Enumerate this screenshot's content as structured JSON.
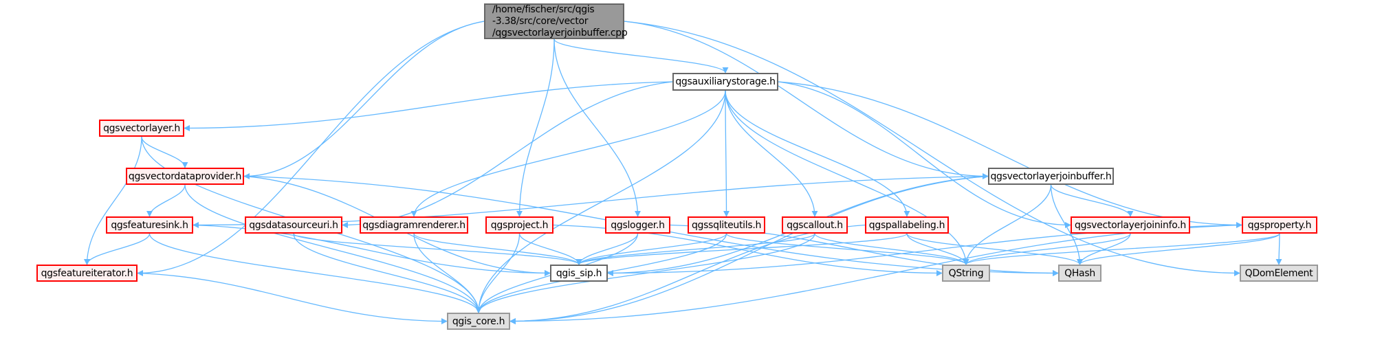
{
  "colors": {
    "edge": "#63b8ff",
    "red_border": "#ff0000",
    "red_fill": "#fff0f0",
    "gray_fill": "#e0e0e0",
    "root_fill": "#999999"
  },
  "root": {
    "id": "root",
    "lines": [
      "/home/fischer/src/qgis",
      "-3.38/src/core/vector",
      "/qgsvectorlayerjoinbuffer.cpp"
    ]
  },
  "nodes": [
    {
      "id": "aux",
      "label": "qgsauxiliarystorage.h",
      "style": "white"
    },
    {
      "id": "vlayer",
      "label": "qgsvectorlayer.h",
      "style": "red"
    },
    {
      "id": "vdp",
      "label": "qgsvectordataprovider.h",
      "style": "red"
    },
    {
      "id": "jbuf",
      "label": "qgsvectorlayerjoinbuffer.h",
      "style": "white"
    },
    {
      "id": "fsink",
      "label": "qgsfeaturesink.h",
      "style": "red"
    },
    {
      "id": "dsuri",
      "label": "qgsdatasourceuri.h",
      "style": "red"
    },
    {
      "id": "diag",
      "label": "qgsdiagramrenderer.h",
      "style": "red"
    },
    {
      "id": "proj",
      "label": "qgsproject.h",
      "style": "red"
    },
    {
      "id": "logger",
      "label": "qgslogger.h",
      "style": "red"
    },
    {
      "id": "sqlite",
      "label": "qgssqliteutils.h",
      "style": "red"
    },
    {
      "id": "callout",
      "label": "qgscallout.h",
      "style": "red"
    },
    {
      "id": "pal",
      "label": "qgspallabeling.h",
      "style": "red"
    },
    {
      "id": "jinfo",
      "label": "qgsvectorlayerjoininfo.h",
      "style": "red"
    },
    {
      "id": "prop",
      "label": "qgsproperty.h",
      "style": "red"
    },
    {
      "id": "fiter",
      "label": "qgsfeatureiterator.h",
      "style": "red"
    },
    {
      "id": "sip",
      "label": "qgis_sip.h",
      "style": "white"
    },
    {
      "id": "qstring",
      "label": "QString",
      "style": "gray"
    },
    {
      "id": "qhash",
      "label": "QHash",
      "style": "gray"
    },
    {
      "id": "qdom",
      "label": "QDomElement",
      "style": "gray"
    },
    {
      "id": "core",
      "label": "qgis_core.h",
      "style": "gray"
    }
  ],
  "edges": [
    [
      "root",
      "fiter"
    ],
    [
      "root",
      "vdp"
    ],
    [
      "root",
      "proj"
    ],
    [
      "root",
      "logger"
    ],
    [
      "root",
      "aux"
    ],
    [
      "root",
      "jbuf"
    ],
    [
      "root",
      "qdom"
    ],
    [
      "aux",
      "core"
    ],
    [
      "aux",
      "vlayer"
    ],
    [
      "aux",
      "dsuri"
    ],
    [
      "aux",
      "diag"
    ],
    [
      "aux",
      "sqlite"
    ],
    [
      "aux",
      "callout"
    ],
    [
      "aux",
      "pal"
    ],
    [
      "aux",
      "qstring"
    ],
    [
      "aux",
      "jinfo"
    ],
    [
      "aux",
      "prop"
    ],
    [
      "vlayer",
      "vdp"
    ],
    [
      "vlayer",
      "fiter"
    ],
    [
      "vlayer",
      "core"
    ],
    [
      "vdp",
      "fsink"
    ],
    [
      "vdp",
      "sip"
    ],
    [
      "vdp",
      "core"
    ],
    [
      "vdp",
      "qhash"
    ],
    [
      "jbuf",
      "fsink"
    ],
    [
      "jbuf",
      "sip"
    ],
    [
      "jbuf",
      "qstring"
    ],
    [
      "jbuf",
      "jinfo"
    ],
    [
      "jbuf",
      "qhash"
    ],
    [
      "jbuf",
      "core"
    ],
    [
      "fsink",
      "fiter"
    ],
    [
      "fsink",
      "sip"
    ],
    [
      "fsink",
      "core"
    ],
    [
      "fiter",
      "core"
    ],
    [
      "dsuri",
      "sip"
    ],
    [
      "dsuri",
      "core"
    ],
    [
      "diag",
      "sip"
    ],
    [
      "diag",
      "core"
    ],
    [
      "proj",
      "sip"
    ],
    [
      "proj",
      "core"
    ],
    [
      "proj",
      "qstring"
    ],
    [
      "logger",
      "sip"
    ],
    [
      "logger",
      "core"
    ],
    [
      "logger",
      "qhash"
    ],
    [
      "sqlite",
      "sip"
    ],
    [
      "sqlite",
      "core"
    ],
    [
      "sqlite",
      "qstring"
    ],
    [
      "callout",
      "sip"
    ],
    [
      "callout",
      "core"
    ],
    [
      "callout",
      "qstring"
    ],
    [
      "pal",
      "sip"
    ],
    [
      "pal",
      "core"
    ],
    [
      "pal",
      "qstring"
    ],
    [
      "pal",
      "qhash"
    ],
    [
      "jinfo",
      "qstring"
    ],
    [
      "jinfo",
      "qhash"
    ],
    [
      "prop",
      "sip"
    ],
    [
      "prop",
      "qstring"
    ],
    [
      "prop",
      "qhash"
    ],
    [
      "prop",
      "qdom"
    ],
    [
      "prop",
      "core"
    ]
  ]
}
